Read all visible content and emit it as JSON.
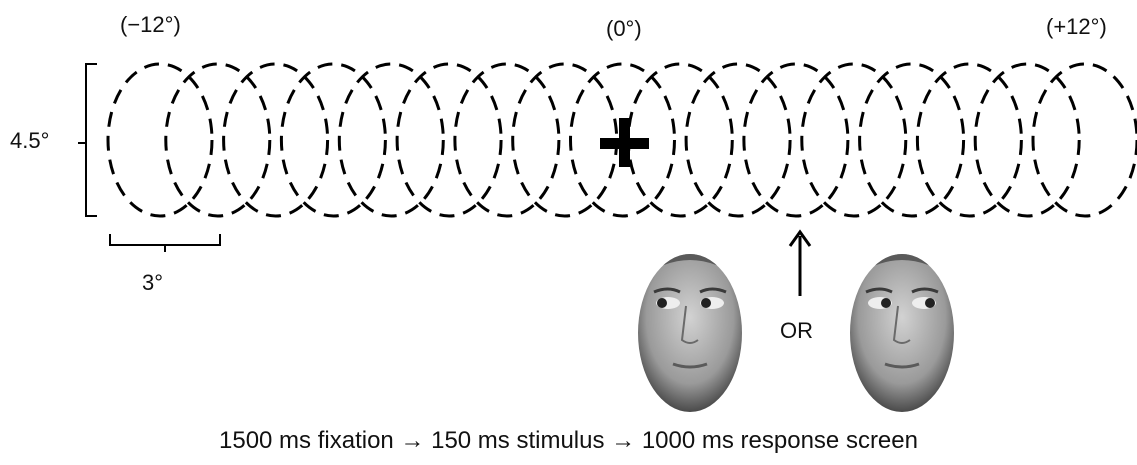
{
  "labels": {
    "left_position": "(−12°)",
    "center_position": "(0°)",
    "right_position": "(+12°)",
    "height": "4.5°",
    "width": "3°",
    "or": "OR"
  },
  "caption": "1500 ms fixation → 150 ms stimulus → 1000 ms response screen",
  "stimulus": {
    "ellipse_count": 17,
    "fixation_mark": "plus-icon",
    "faces": [
      {
        "name": "face-gaze-left",
        "gaze": "left"
      },
      {
        "name": "face-gaze-right",
        "gaze": "right"
      }
    ]
  },
  "colors": {
    "ink": "#000000",
    "face_dark": "#4a4a4a",
    "face_light": "#d2d2d2"
  }
}
